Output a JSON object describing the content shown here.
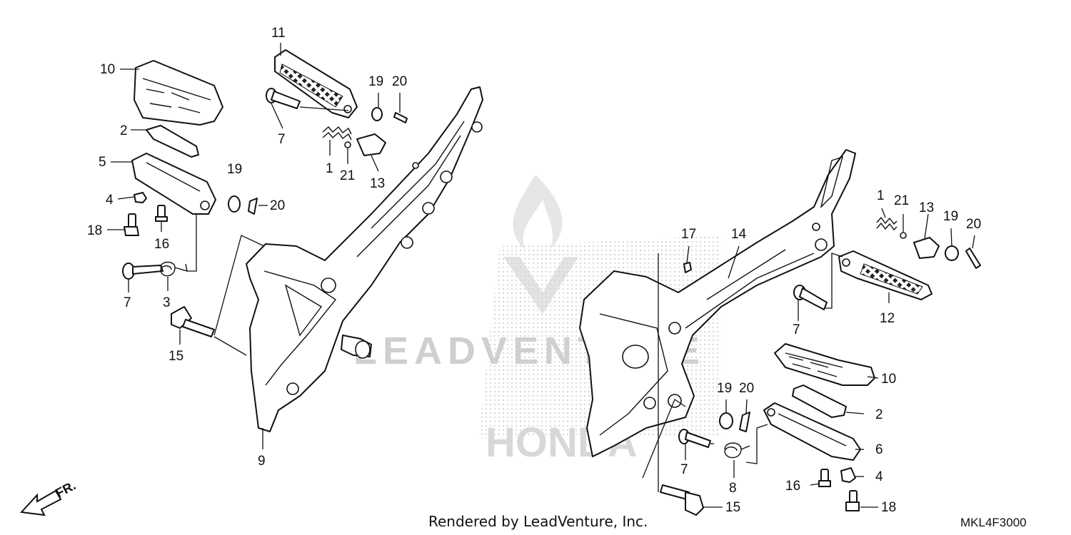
{
  "footer": {
    "rendered_by": "Rendered by LeadVenture, Inc.",
    "diagram_code": "MKL4F3000",
    "front_indicator": "FR."
  },
  "watermark": {
    "text": "LEADVENTURE",
    "brand": "HONDA"
  },
  "callouts": [
    {
      "id": "c-left-10",
      "label": "10"
    },
    {
      "id": "c-left-2",
      "label": "2"
    },
    {
      "id": "c-left-5",
      "label": "5"
    },
    {
      "id": "c-left-4",
      "label": "4"
    },
    {
      "id": "c-left-18",
      "label": "18"
    },
    {
      "id": "c-left-16",
      "label": "16"
    },
    {
      "id": "c-left-7a",
      "label": "7"
    },
    {
      "id": "c-left-3",
      "label": "3"
    },
    {
      "id": "c-left-15",
      "label": "15"
    },
    {
      "id": "c-left-9",
      "label": "9"
    },
    {
      "id": "c-left-19b",
      "label": "19"
    },
    {
      "id": "c-left-20b",
      "label": "20"
    },
    {
      "id": "c-left-11",
      "label": "11"
    },
    {
      "id": "c-left-7b",
      "label": "7"
    },
    {
      "id": "c-left-19a",
      "label": "19"
    },
    {
      "id": "c-left-20a",
      "label": "20"
    },
    {
      "id": "c-left-1",
      "label": "1"
    },
    {
      "id": "c-left-21",
      "label": "21"
    },
    {
      "id": "c-left-13",
      "label": "13"
    },
    {
      "id": "c-right-17",
      "label": "17"
    },
    {
      "id": "c-right-14",
      "label": "14"
    },
    {
      "id": "c-right-1",
      "label": "1"
    },
    {
      "id": "c-right-21",
      "label": "21"
    },
    {
      "id": "c-right-13",
      "label": "13"
    },
    {
      "id": "c-right-19a",
      "label": "19"
    },
    {
      "id": "c-right-20a",
      "label": "20"
    },
    {
      "id": "c-right-7a",
      "label": "7"
    },
    {
      "id": "c-right-12",
      "label": "12"
    },
    {
      "id": "c-right-10",
      "label": "10"
    },
    {
      "id": "c-right-19b",
      "label": "19"
    },
    {
      "id": "c-right-20b",
      "label": "20"
    },
    {
      "id": "c-right-2",
      "label": "2"
    },
    {
      "id": "c-right-6",
      "label": "6"
    },
    {
      "id": "c-right-7b",
      "label": "7"
    },
    {
      "id": "c-right-8",
      "label": "8"
    },
    {
      "id": "c-right-4",
      "label": "4"
    },
    {
      "id": "c-right-16",
      "label": "16"
    },
    {
      "id": "c-right-15",
      "label": "15"
    },
    {
      "id": "c-right-18",
      "label": "18"
    }
  ],
  "colors": {
    "line": "#111111",
    "watermark": "#cfcfcf",
    "background": "#ffffff"
  }
}
